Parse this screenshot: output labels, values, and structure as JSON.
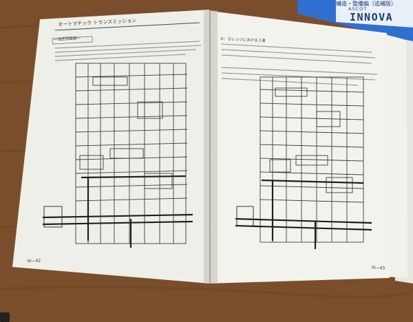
{
  "left_page": {
    "title": "オートマチック トランスミッション",
    "section": "―油圧回路図―",
    "page_number": "Ⅳ―42"
  },
  "right_page": {
    "section": "Ｄ：Ｄレンジにおける２速",
    "page_number": "Ⅳ―43"
  },
  "cover": {
    "subtitle": "構造・整備編（追補版）",
    "brand": "ASCOT",
    "model": "INNOVA"
  },
  "colors": {
    "table": "#7a4e2c",
    "paper": "#efefe9",
    "cover_blue": "#2f6fd0",
    "diagram_ink": "#3a3a3a"
  }
}
